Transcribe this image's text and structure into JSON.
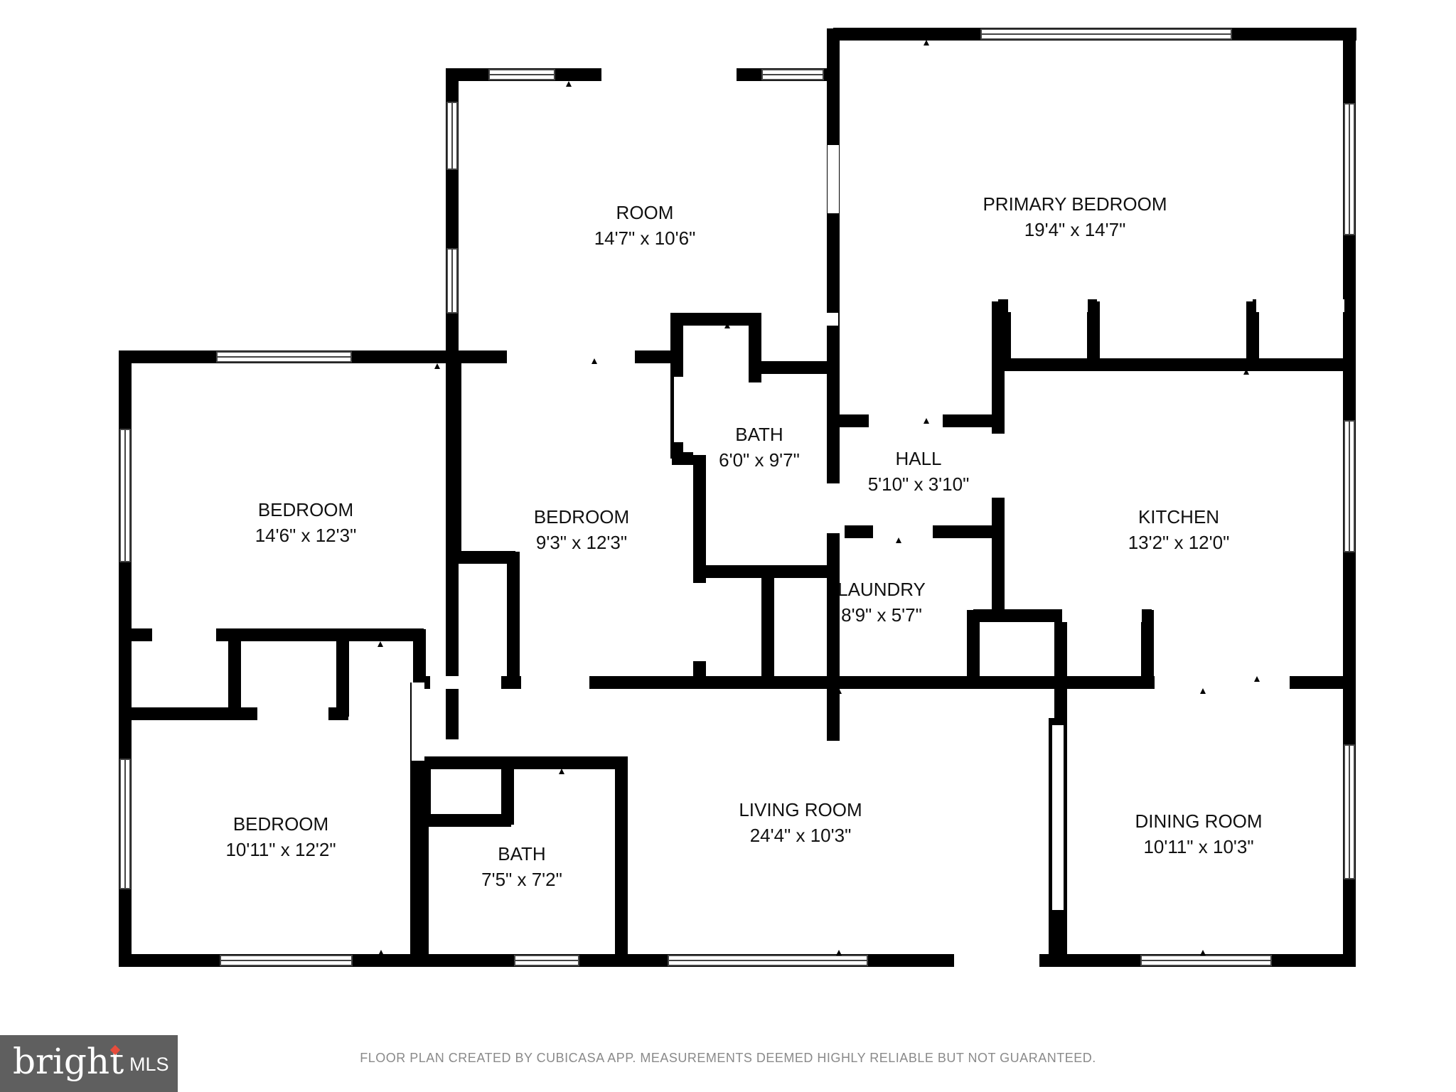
{
  "rooms": [
    {
      "name": "ROOM",
      "dimensions": "14'7\" x 10'6\""
    },
    {
      "name": "PRIMARY BEDROOM",
      "dimensions": "19'4\" x 14'7\""
    },
    {
      "name": "BEDROOM",
      "dimensions": "14'6\" x 12'3\""
    },
    {
      "name": "BEDROOM",
      "dimensions": "9'3\" x 12'3\""
    },
    {
      "name": "BATH",
      "dimensions": "6'0\" x 9'7\""
    },
    {
      "name": "HALL",
      "dimensions": "5'10\" x 3'10\""
    },
    {
      "name": "KITCHEN",
      "dimensions": "13'2\" x 12'0\""
    },
    {
      "name": "LAUNDRY",
      "dimensions": "8'9\" x 5'7\""
    },
    {
      "name": "BEDROOM",
      "dimensions": "10'11\" x 12'2\""
    },
    {
      "name": "BATH",
      "dimensions": "7'5\" x 7'2\""
    },
    {
      "name": "LIVING ROOM",
      "dimensions": "24'4\" x 10'3\""
    },
    {
      "name": "DINING ROOM",
      "dimensions": "10'11\" x 10'3\""
    }
  ],
  "footer": {
    "disclaimer": "FLOOR PLAN CREATED BY CUBICASA APP. MEASUREMENTS DEEMED HIGHLY RELIABLE BUT NOT GUARANTEED."
  },
  "logo": {
    "text": "bright",
    "suffix": "MLS",
    "accent_color": "#e74c3c"
  }
}
